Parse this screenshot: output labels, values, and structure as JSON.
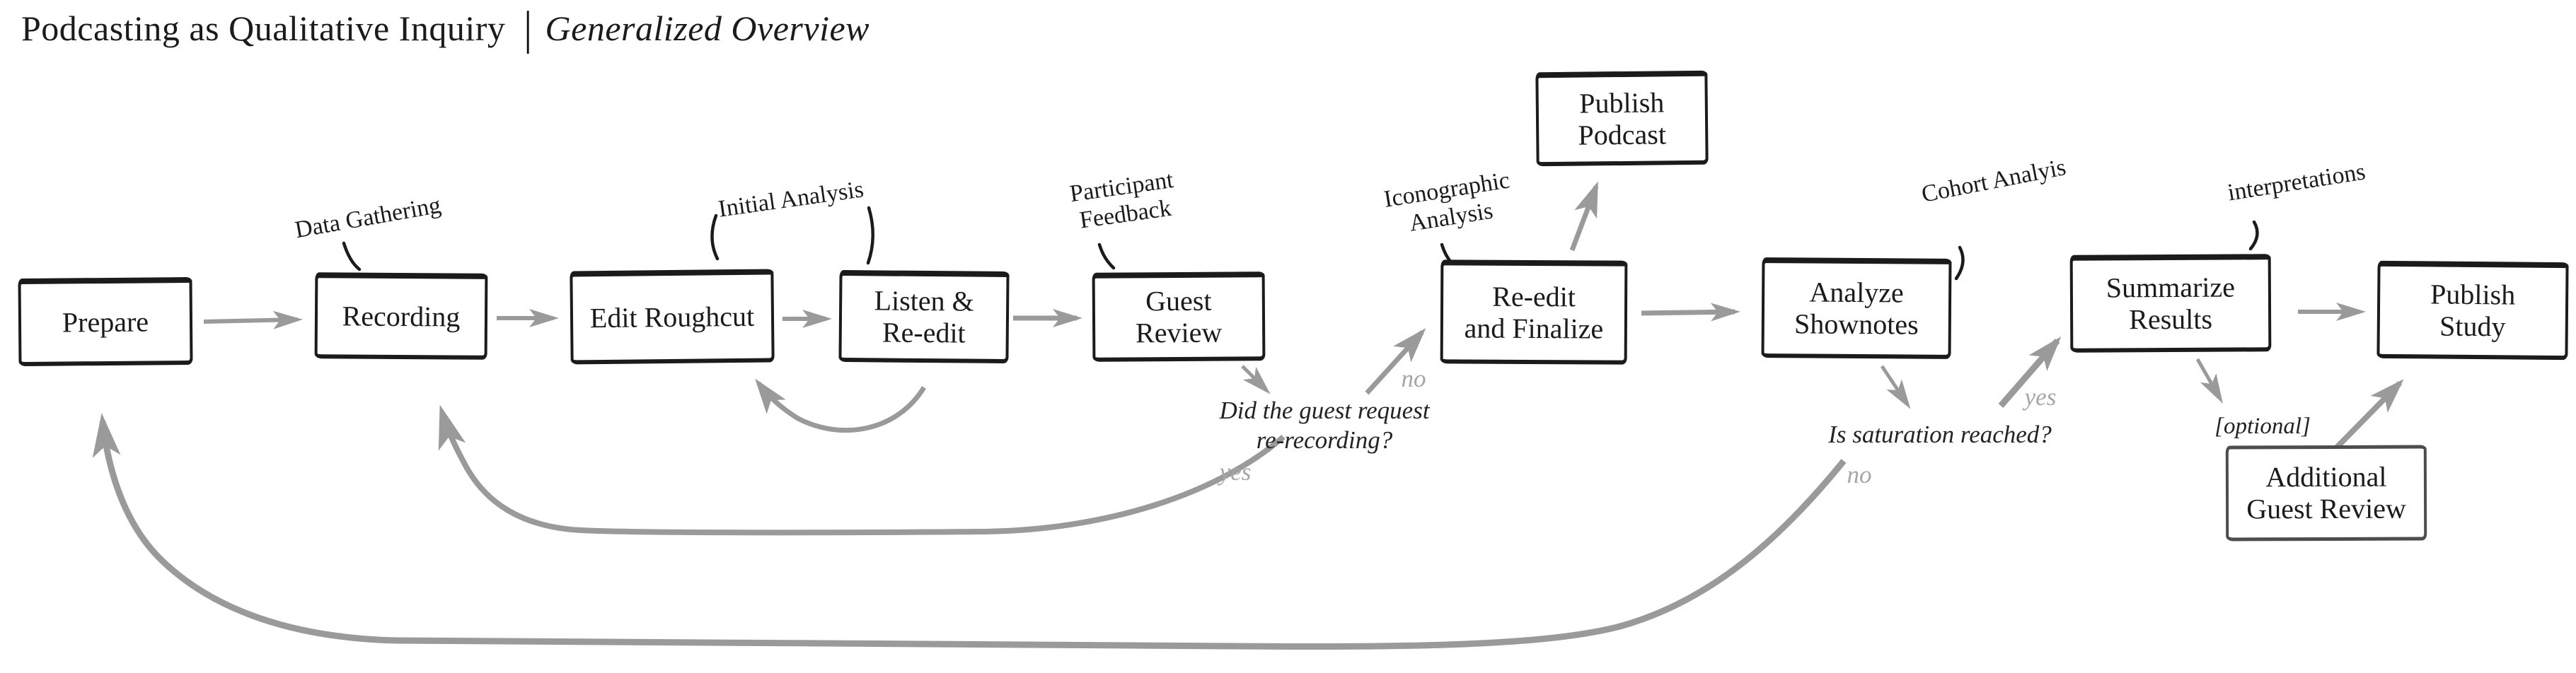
{
  "title": {
    "main": "Podcasting as Qualitative Inquiry",
    "separator": "|",
    "subtitle": "Generalized Overview"
  },
  "nodes": {
    "prepare": {
      "label": "Prepare"
    },
    "recording": {
      "label": "Recording"
    },
    "edit_roughcut": {
      "label": "Edit Roughcut"
    },
    "listen_reedit": {
      "label": "Listen &\nRe-edit"
    },
    "guest_review": {
      "label": "Guest\nReview"
    },
    "reedit_finalize": {
      "label": "Re-edit\nand Finalize"
    },
    "publish_podcast": {
      "label": "Publish\nPodcast"
    },
    "analyze_shownotes": {
      "label": "Analyze\nShownotes"
    },
    "summarize_results": {
      "label": "Summarize\nResults"
    },
    "publish_study": {
      "label": "Publish\nStudy"
    },
    "additional_guest_review": {
      "label": "Additional\nGuest Review"
    }
  },
  "annotations": {
    "data_gathering": {
      "label": "Data Gathering"
    },
    "initial_analysis": {
      "label": "Initial Analysis"
    },
    "participant_feedback": {
      "label": "Participant\nFeedback"
    },
    "iconographic_analysis": {
      "label": "Iconographic\nAnalysis"
    },
    "cohort_analysis": {
      "label": "Cohort Analyis"
    },
    "interpretations": {
      "label": "interpretations"
    }
  },
  "decisions": {
    "guest_rerecord": {
      "question": "Did the guest request\nre-recording?",
      "yes": "yes",
      "no": "no"
    },
    "saturation": {
      "question": "Is saturation reached?",
      "yes": "yes",
      "no": "no"
    },
    "optional_note": "[optional]"
  },
  "edges": [
    {
      "from": "prepare",
      "to": "recording"
    },
    {
      "from": "recording",
      "to": "edit_roughcut"
    },
    {
      "from": "edit_roughcut",
      "to": "listen_reedit"
    },
    {
      "from": "listen_reedit",
      "to": "edit_roughcut",
      "style": "loop"
    },
    {
      "from": "listen_reedit",
      "to": "guest_review"
    },
    {
      "from": "guest_review",
      "to": "guest_rerecord_decision"
    },
    {
      "from": "guest_rerecord_decision",
      "to": "reedit_finalize",
      "label": "no"
    },
    {
      "from": "guest_rerecord_decision",
      "to": "recording",
      "label": "yes",
      "style": "loop"
    },
    {
      "from": "reedit_finalize",
      "to": "publish_podcast"
    },
    {
      "from": "reedit_finalize",
      "to": "analyze_shownotes"
    },
    {
      "from": "analyze_shownotes",
      "to": "saturation_decision"
    },
    {
      "from": "saturation_decision",
      "to": "summarize_results",
      "label": "yes"
    },
    {
      "from": "saturation_decision",
      "to": "prepare",
      "label": "no",
      "style": "loop"
    },
    {
      "from": "summarize_results",
      "to": "publish_study"
    },
    {
      "from": "summarize_results",
      "to": "additional_guest_review",
      "label": "[optional]"
    },
    {
      "from": "additional_guest_review",
      "to": "publish_study"
    }
  ],
  "colors": {
    "ink": "#1b1b1b",
    "arrow": "#9a9a9a",
    "label_gray": "#a6a6a6"
  }
}
